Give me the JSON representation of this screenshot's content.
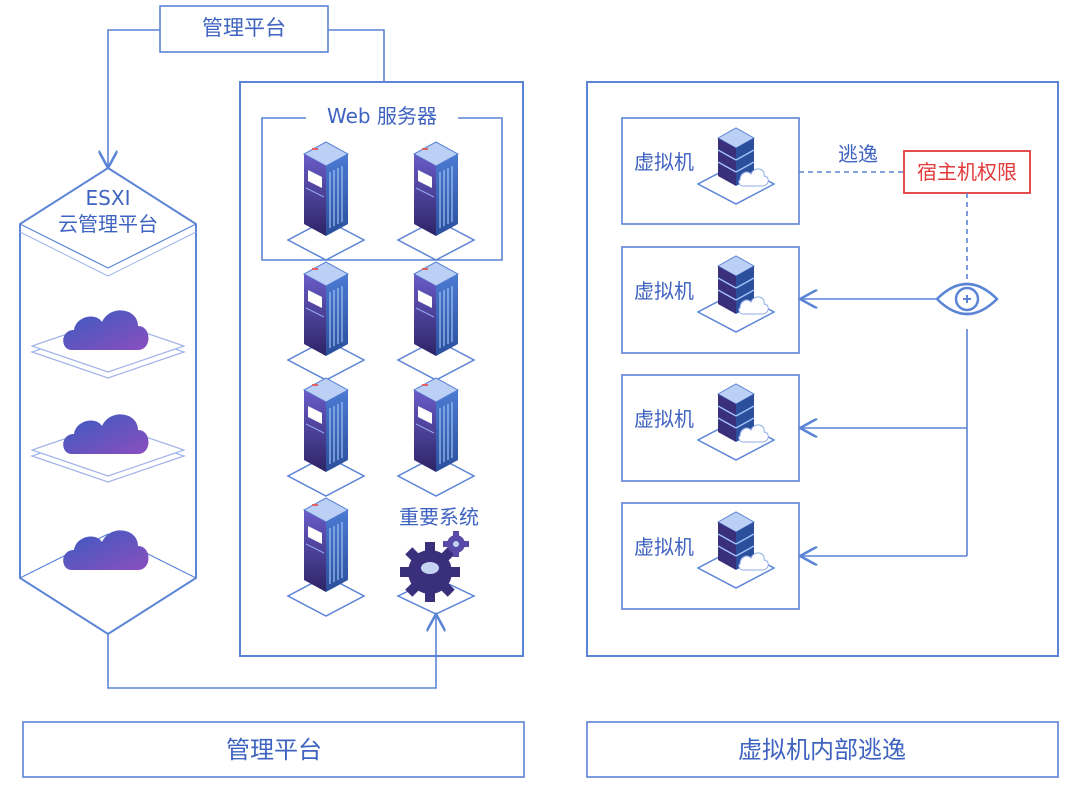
{
  "left": {
    "top_box_label": "管理平台",
    "web_group_label": "Web 服务器",
    "esxi_line1": "ESXI",
    "esxi_line2": "云管理平台",
    "important_label": "重要系统",
    "footer_label": "管理平台"
  },
  "right": {
    "vm_label": "虚拟机",
    "escape_label": "逃逸",
    "host_label": "宿主机权限",
    "footer_label": "虚拟机内部逃逸"
  },
  "colors": {
    "line": "#5b84d6",
    "accent_red": "#e23a3a",
    "server_dark": "#3a2f7a",
    "server_grad_top": "#6a5cc8",
    "cloud_grad_start": "#3a5bc2",
    "cloud_grad_end": "#8a4fbd"
  },
  "icons": [
    "server-icon",
    "cloud-icon",
    "gear-icon",
    "eye-icon",
    "vm-server-icon"
  ]
}
